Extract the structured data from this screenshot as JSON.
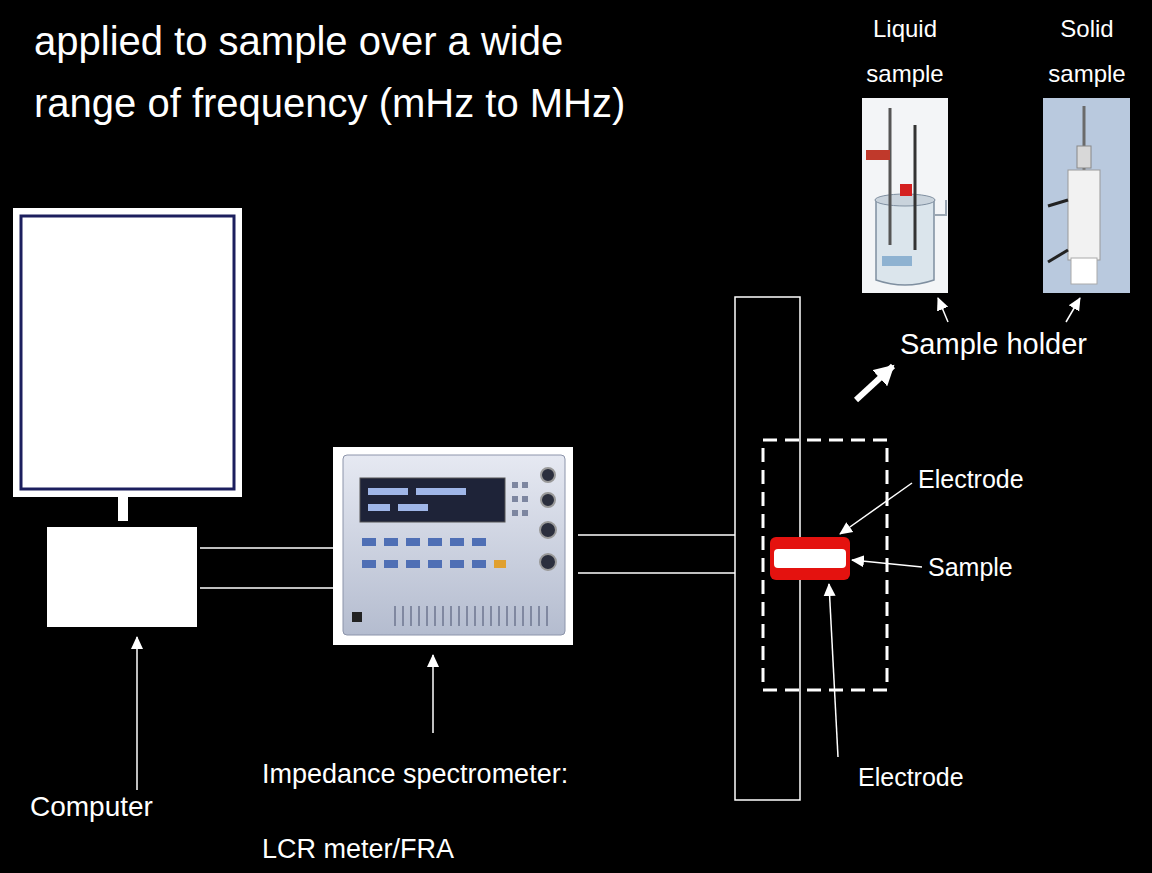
{
  "diagram": {
    "title": "applied to sample over a wide range of frequency (mHz to MHz)",
    "nodes": [
      {
        "text": [
          "Liquid sample"
        ]
      },
      {
        "text": [
          "Solid sample"
        ]
      }
    ],
    "labels": [
      "Computer",
      "Impedance spectrometer:",
      "LCR meter/FRA",
      "Sample holder",
      "Electrode",
      "Sample",
      "Electrode"
    ]
  }
}
